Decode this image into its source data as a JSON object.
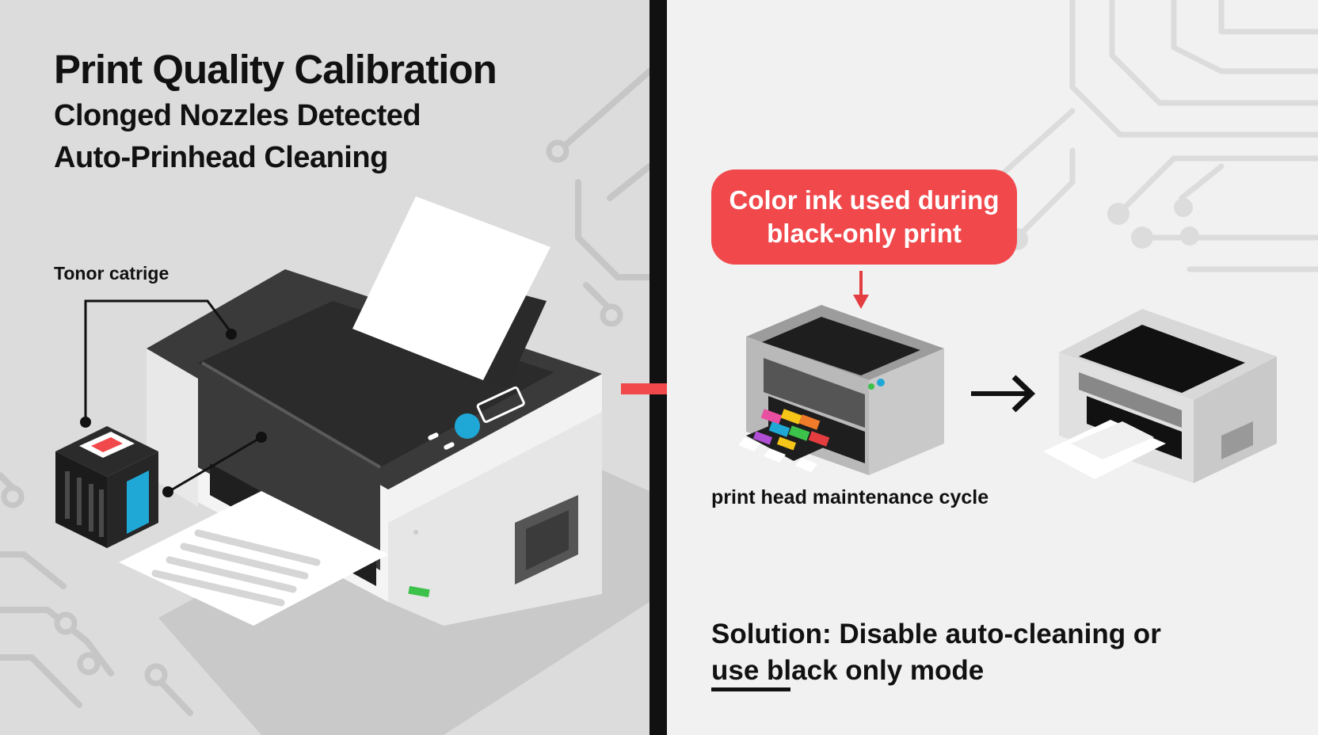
{
  "left": {
    "title": "Print Quality Calibration",
    "subtitle_1": "Clonged Nozzles Detected",
    "subtitle_2": "Auto-Prinhead Cleaning",
    "cartridge_label": "Tonor catrige"
  },
  "right": {
    "callout_line_1": "Color ink used during",
    "callout_line_2": "black-only print",
    "cycle_label": "print head maintenance cycle",
    "solution_line_1": "Solution: Disable auto-cleaning or",
    "solution_line_2": "use black only mode"
  },
  "colors": {
    "alert_red": "#f0484b",
    "accent_blue": "#1fa8d6",
    "status_green": "#3cc24a"
  },
  "icons": [
    "printer-icon",
    "toner-cartridge-icon",
    "right-arrow-icon",
    "circuit-decoration"
  ]
}
